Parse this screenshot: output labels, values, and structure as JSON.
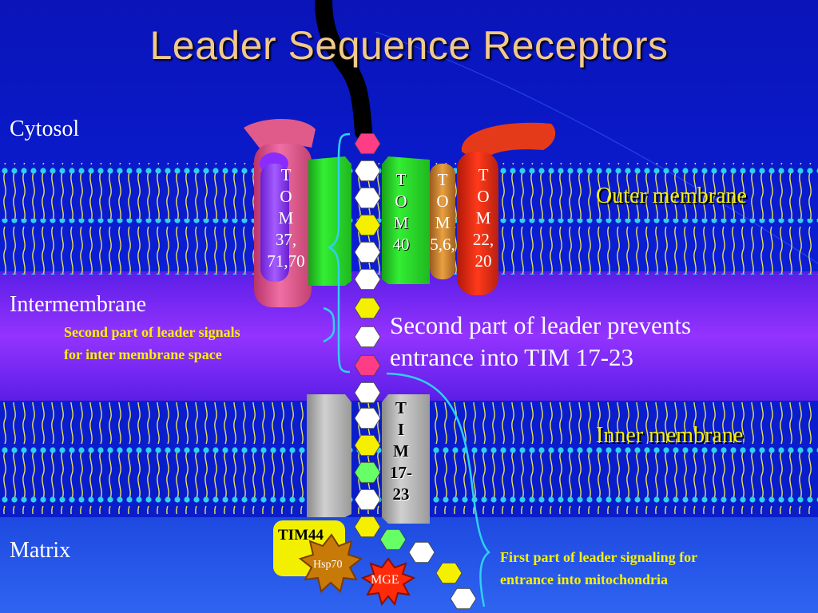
{
  "slide": {
    "title": "Leader Sequence Receptors",
    "regions": {
      "cytosol": "Cytosol",
      "intermembrane": "Intermembrane",
      "matrix": "Matrix"
    },
    "membranes": {
      "outer": "Outer membrane",
      "inner": "Inner membrane"
    },
    "annotations": {
      "second_part_signals": [
        "Second part of leader signals",
        "for inter membrane space"
      ],
      "second_part_prevents": [
        "Second part of leader prevents",
        "entrance into TIM 17-23"
      ],
      "first_part_signaling": [
        "First part of leader signaling for",
        "entrance into mitochondria"
      ]
    },
    "proteins": {
      "tom37": "T\nO\nM\n37,\n71,70",
      "tom40": "T\nO\nM\n40",
      "tom56": "T\nO\nM\n5,6,",
      "tom22": "T\nO\nM\n22,\n20",
      "tim17": "T\nI\nM\n17-\n23",
      "tim44": "TIM44",
      "hsp70": "Hsp70",
      "mge": "MGE"
    },
    "colors": {
      "background": "#0a18c8",
      "title": "#f2c98a",
      "outer_membrane_label": "#f7f200",
      "lipid_head": "#2fd0f0",
      "lipid_tail": "#e8e25a",
      "intermembrane_band": "#8a2cff",
      "chain_pink": "#ff3c86",
      "chain_white": "#ffffff",
      "chain_yellow": "#f5f000",
      "chain_green": "#66ff66"
    }
  }
}
